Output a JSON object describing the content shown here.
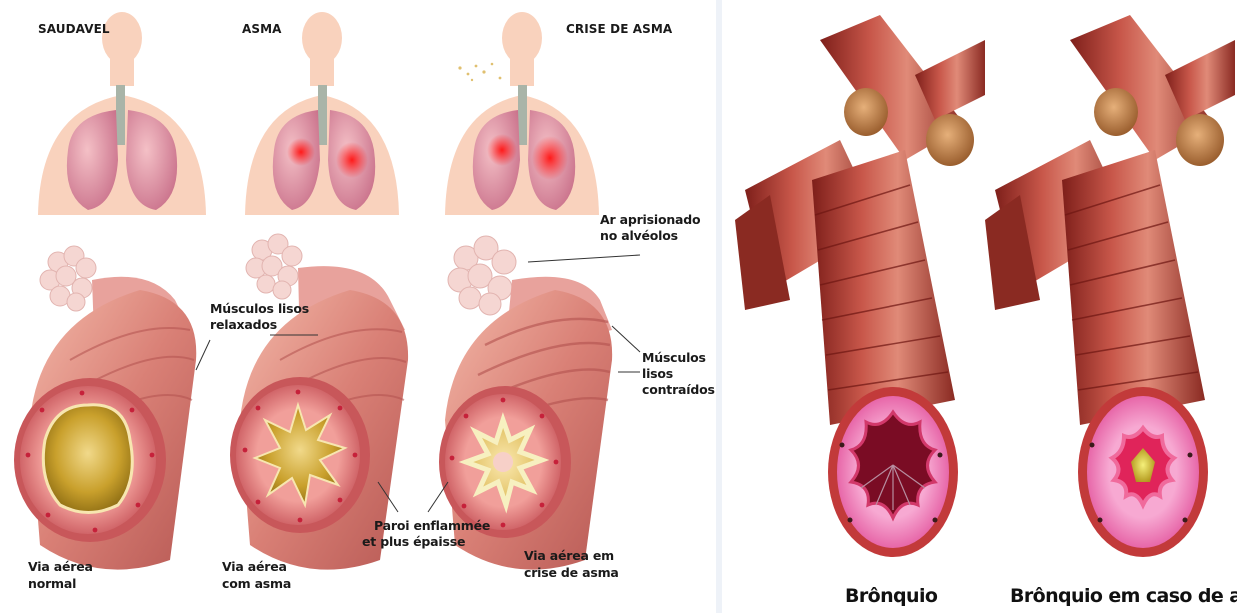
{
  "left_panel": {
    "columns": [
      {
        "title": "SAUDAVEL",
        "caption": [
          "Via aérea",
          "normal"
        ]
      },
      {
        "title": "ASMA",
        "caption": [
          "Via aérea",
          "com asma"
        ]
      },
      {
        "title": "CRISE DE ASMA",
        "caption": [
          "Via aérea em",
          "crise de asma"
        ]
      }
    ],
    "annotations": {
      "musculos_relaxados": [
        "Músculos lisos",
        "relaxados"
      ],
      "ar_aprisionado": [
        "Ar aprisionado",
        "no alvéolos"
      ],
      "musculos_contraidos": [
        "Músculos",
        "lisos",
        "contraídos"
      ],
      "paroi": [
        "Paroi enflammée",
        "et plus épaisse"
      ]
    }
  },
  "right_panel": {
    "captions": [
      "Brônquio",
      "Brônquio em caso de asma"
    ]
  },
  "colors": {
    "skin": "#f9d2bd",
    "lung": "#e8a0aa",
    "inflamed": "#e8262b",
    "airway_outer": "#c55a55",
    "airway_wall": "#e98a86",
    "lumen_normal": "#b8921e",
    "bronchus_muscle": "#b23a2e",
    "mucosa": "#ee8ac0"
  }
}
